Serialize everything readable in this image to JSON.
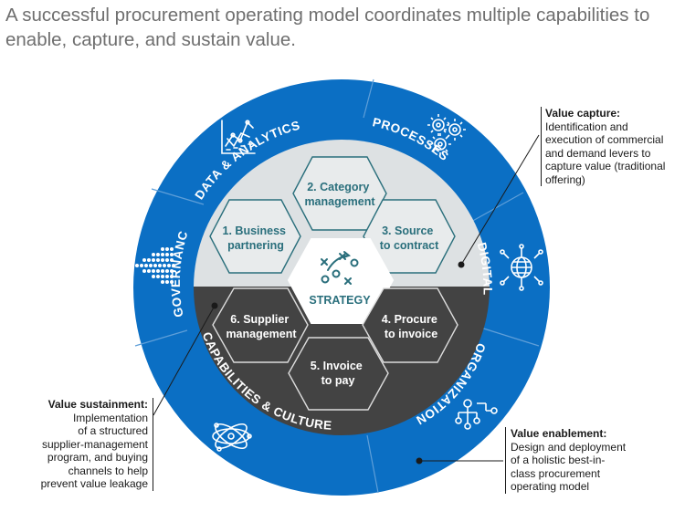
{
  "headline": "A successful procurement operating model coordinates multiple capabilities to enable, capture, and sustain value.",
  "ring_labels": {
    "data_analytics": "DATA & ANALYTICS",
    "processes": "PROCESSES",
    "digital": "DIGITAL",
    "organization": "ORGANIZATION",
    "capabilities_culture": "CAPABILITIES & CULTURE",
    "governance": "GOVERNANCE"
  },
  "hexagons": {
    "business_partnering": [
      "1. Business",
      "partnering"
    ],
    "category_management": [
      "2. Category",
      "management"
    ],
    "source_to_contract": [
      "3. Source",
      "to contract"
    ],
    "procure_to_invoice": [
      "4. Procure",
      "to invoice"
    ],
    "invoice_to_pay": [
      "5. Invoice",
      "to pay"
    ],
    "supplier_management": [
      "6. Supplier",
      "management"
    ],
    "strategy": "STRATEGY"
  },
  "callouts": {
    "value_capture": {
      "title": "Value capture:",
      "lines": [
        "Identification and",
        "execution of commercial",
        "and demand levers to",
        "capture value (traditional",
        "offering)"
      ]
    },
    "value_sustainment": {
      "title": "Value sustainment:",
      "lines": [
        "Implementation",
        "of a structured",
        "supplier-management",
        "program, and buying",
        "channels to help",
        "prevent value leakage"
      ]
    },
    "value_enablement": {
      "title": "Value enablement:",
      "lines": [
        "Design and deployment",
        "of a holistic best-in-",
        "class procurement",
        "operating model"
      ]
    }
  },
  "colors": {
    "ring_blue": "#0b6fc4",
    "upper_disc": "#dde1e3",
    "lower_disc": "#434343",
    "teal_text": "#2a6f7c",
    "white": "#ffffff"
  },
  "icons": [
    "chart-icon",
    "gears-icon",
    "globe-circuit-icon",
    "org-network-icon",
    "atom-icon",
    "arrow-cascade-icon",
    "strategy-play-icon"
  ]
}
